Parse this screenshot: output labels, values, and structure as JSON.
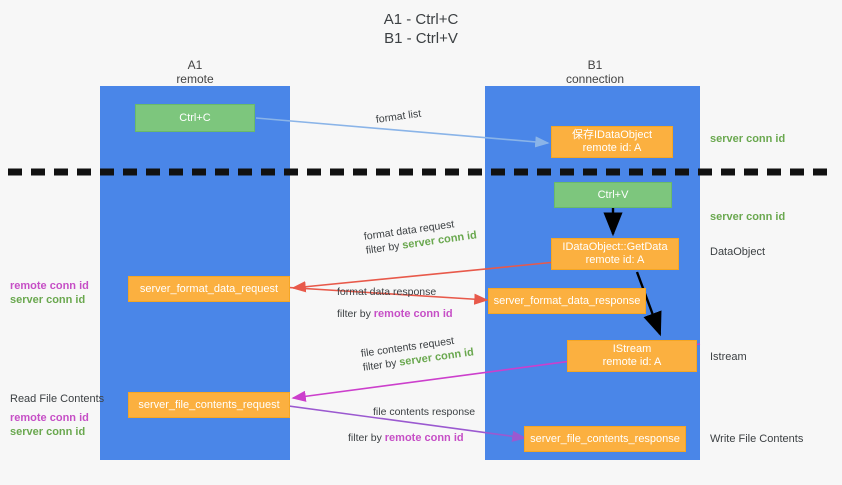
{
  "title": {
    "line1": "A1 - Ctrl+C",
    "line2": "B1 - Ctrl+V"
  },
  "lanes": [
    {
      "name": "A1",
      "sub": "remote"
    },
    {
      "name": "B1",
      "sub": "connection"
    }
  ],
  "boxes": {
    "ctrl_c": {
      "label": "Ctrl+C"
    },
    "ctrl_v": {
      "label": "Ctrl+V"
    },
    "save_idataobject": {
      "line1": "保存IDataObject",
      "line2": "remote id: A"
    },
    "getdata": {
      "line1": "IDataObject::GetData",
      "line2": "remote id: A"
    },
    "istream": {
      "line1": "IStream",
      "line2": "remote id: A"
    },
    "server_format_data_request": {
      "label": "server_format_data_request"
    },
    "server_format_data_response": {
      "label": "server_format_data_response"
    },
    "server_file_contents_request": {
      "label": "server_file_contents_request"
    },
    "server_file_contents_response": {
      "label": "server_file_contents_response"
    }
  },
  "right_labels": {
    "server_conn_id_top": "server conn id",
    "server_conn_id_mid": "server conn id",
    "dataobject": "DataObject",
    "istream": "Istream",
    "write_file_contents": "Write File Contents"
  },
  "left_labels": {
    "remote_conn_id_1": "remote conn id",
    "server_conn_id_1": "server conn id",
    "read_file_contents": "Read File Contents",
    "remote_conn_id_2": "remote conn id",
    "server_conn_id_2": "server conn id"
  },
  "arrow_captions": {
    "format_list": "format list",
    "format_data_request": "format data request",
    "format_data_request_filter_prefix": "filter by ",
    "format_data_request_filter_value": "server conn id",
    "format_data_response": "format data response",
    "format_data_response_filter_prefix": "filter by ",
    "format_data_response_filter_value": "remote conn id",
    "file_contents_request": "file contents request",
    "file_contents_request_filter_prefix": "filter by ",
    "file_contents_request_filter_value": "server conn id",
    "file_contents_response": "file contents response",
    "file_contents_response_filter_prefix": "filter by ",
    "file_contents_response_filter_value": "remote conn id"
  },
  "colors": {
    "lane": "#4a86e8",
    "green_box": "#7dc67d",
    "orange_box": "#fbb040",
    "green_text": "#6aa84f",
    "magenta_text": "#c64fc6",
    "arrow_light_blue": "#8ab4e8",
    "arrow_red": "#e8594a",
    "arrow_magenta": "#cc3fcc",
    "arrow_purple": "#9b59d0",
    "arrow_black": "#000000",
    "divider": "#111111",
    "background": "#f7f7f7"
  }
}
